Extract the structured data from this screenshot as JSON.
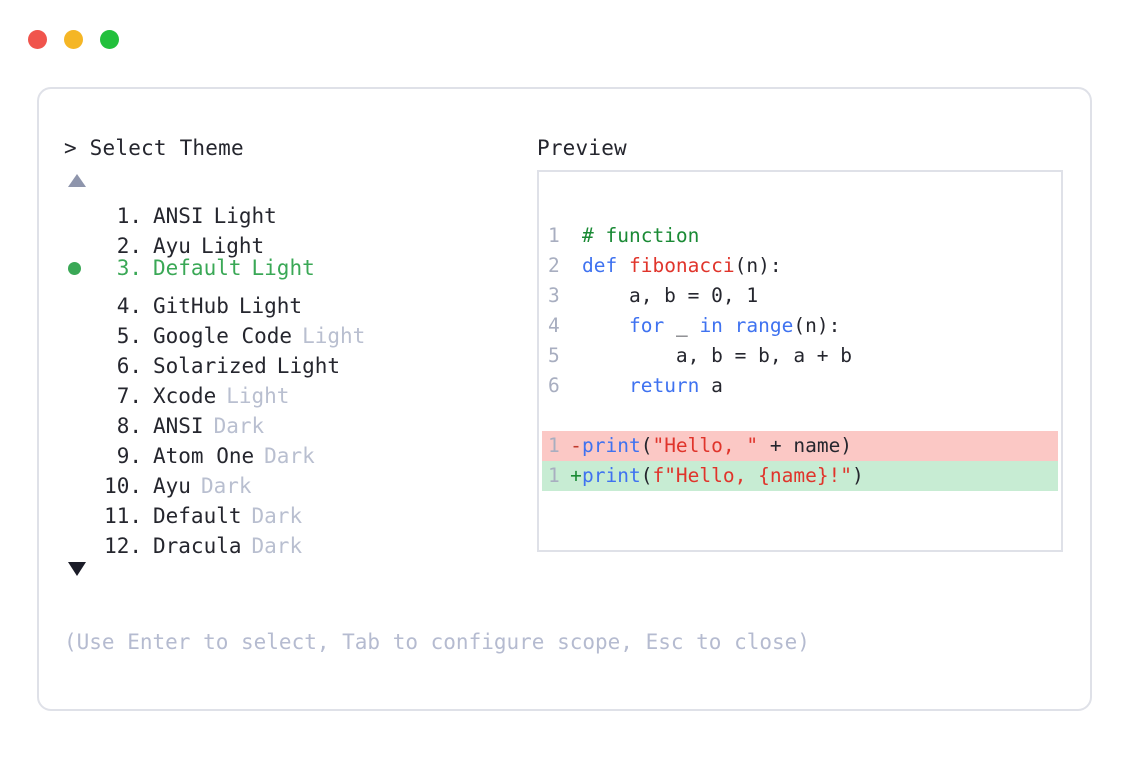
{
  "window": {
    "dots": [
      {
        "name": "close",
        "color": "#f0544c"
      },
      {
        "name": "minimize",
        "color": "#f5b625"
      },
      {
        "name": "maximize",
        "color": "#22c03c"
      }
    ]
  },
  "left": {
    "prompt": "> Select Theme",
    "scroll_up": "▲",
    "scroll_down": "▼",
    "themes": [
      {
        "index": "1.",
        "name": "ANSI",
        "variant": "Light",
        "variant_muted": false,
        "selected": false
      },
      {
        "index": "2.",
        "name": "Ayu",
        "variant": "Light",
        "variant_muted": false,
        "selected": false
      },
      {
        "index": "3.",
        "name": "Default",
        "variant": "Light",
        "variant_muted": false,
        "selected": true
      },
      {
        "index": "4.",
        "name": "GitHub",
        "variant": "Light",
        "variant_muted": false,
        "selected": false
      },
      {
        "index": "5.",
        "name": "Google Code",
        "variant": "Light",
        "variant_muted": true,
        "selected": false
      },
      {
        "index": "6.",
        "name": "Solarized",
        "variant": "Light",
        "variant_muted": false,
        "selected": false
      },
      {
        "index": "7.",
        "name": "Xcode",
        "variant": "Light",
        "variant_muted": true,
        "selected": false
      },
      {
        "index": "8.",
        "name": "ANSI",
        "variant": "Dark",
        "variant_muted": true,
        "selected": false
      },
      {
        "index": "9.",
        "name": "Atom One",
        "variant": "Dark",
        "variant_muted": true,
        "selected": false
      },
      {
        "index": "10.",
        "name": "Ayu",
        "variant": "Dark",
        "variant_muted": true,
        "selected": false
      },
      {
        "index": "11.",
        "name": "Default",
        "variant": "Dark",
        "variant_muted": true,
        "selected": false
      },
      {
        "index": "12.",
        "name": "Dracula",
        "variant": "Dark",
        "variant_muted": true,
        "selected": false
      }
    ]
  },
  "right": {
    "title": "Preview",
    "code_lines": [
      {
        "no": "1",
        "tokens": [
          {
            "t": "# function",
            "c": "tok-com"
          }
        ]
      },
      {
        "no": "2",
        "tokens": [
          {
            "t": "def ",
            "c": "tok-kw"
          },
          {
            "t": "fibonacci",
            "c": "tok-fn"
          },
          {
            "t": "(n):",
            "c": "tok-pln"
          }
        ]
      },
      {
        "no": "3",
        "tokens": [
          {
            "t": "    a, b = ",
            "c": "tok-pln"
          },
          {
            "t": "0",
            "c": "tok-num"
          },
          {
            "t": ", ",
            "c": "tok-pln"
          },
          {
            "t": "1",
            "c": "tok-num"
          }
        ]
      },
      {
        "no": "4",
        "tokens": [
          {
            "t": "    ",
            "c": "tok-pln"
          },
          {
            "t": "for",
            "c": "tok-kw"
          },
          {
            "t": " _ ",
            "c": "tok-pln"
          },
          {
            "t": "in",
            "c": "tok-kw"
          },
          {
            "t": " ",
            "c": "tok-pln"
          },
          {
            "t": "range",
            "c": "tok-kw"
          },
          {
            "t": "(n):",
            "c": "tok-pln"
          }
        ]
      },
      {
        "no": "5",
        "tokens": [
          {
            "t": "        a, b = b, a + b",
            "c": "tok-pln"
          }
        ]
      },
      {
        "no": "6",
        "tokens": [
          {
            "t": "    ",
            "c": "tok-pln"
          },
          {
            "t": "return",
            "c": "tok-kw"
          },
          {
            "t": " a",
            "c": "tok-pln"
          }
        ]
      }
    ],
    "diff_lines": [
      {
        "no": "1",
        "marker": "-",
        "kind": "del",
        "tokens": [
          {
            "t": "print",
            "c": "tok-kw"
          },
          {
            "t": "(",
            "c": "tok-pln"
          },
          {
            "t": "\"Hello, \"",
            "c": "tok-str"
          },
          {
            "t": " + name)",
            "c": "tok-pln"
          }
        ]
      },
      {
        "no": "1",
        "marker": "+",
        "kind": "add",
        "tokens": [
          {
            "t": "print",
            "c": "tok-kw"
          },
          {
            "t": "(",
            "c": "tok-pln"
          },
          {
            "t": "f\"Hello, {name}!\"",
            "c": "tok-str"
          },
          {
            "t": ")",
            "c": "tok-pln"
          }
        ]
      }
    ]
  },
  "footer": {
    "hint": "(Use Enter to select, Tab to configure scope, Esc to close)"
  },
  "colors": {
    "selected_green": "#3aa856",
    "muted_text": "#b9bfd0",
    "border": "#dfe1e8",
    "diff_del_bg": "#fbc8c5",
    "diff_add_bg": "#c7ecd3"
  }
}
